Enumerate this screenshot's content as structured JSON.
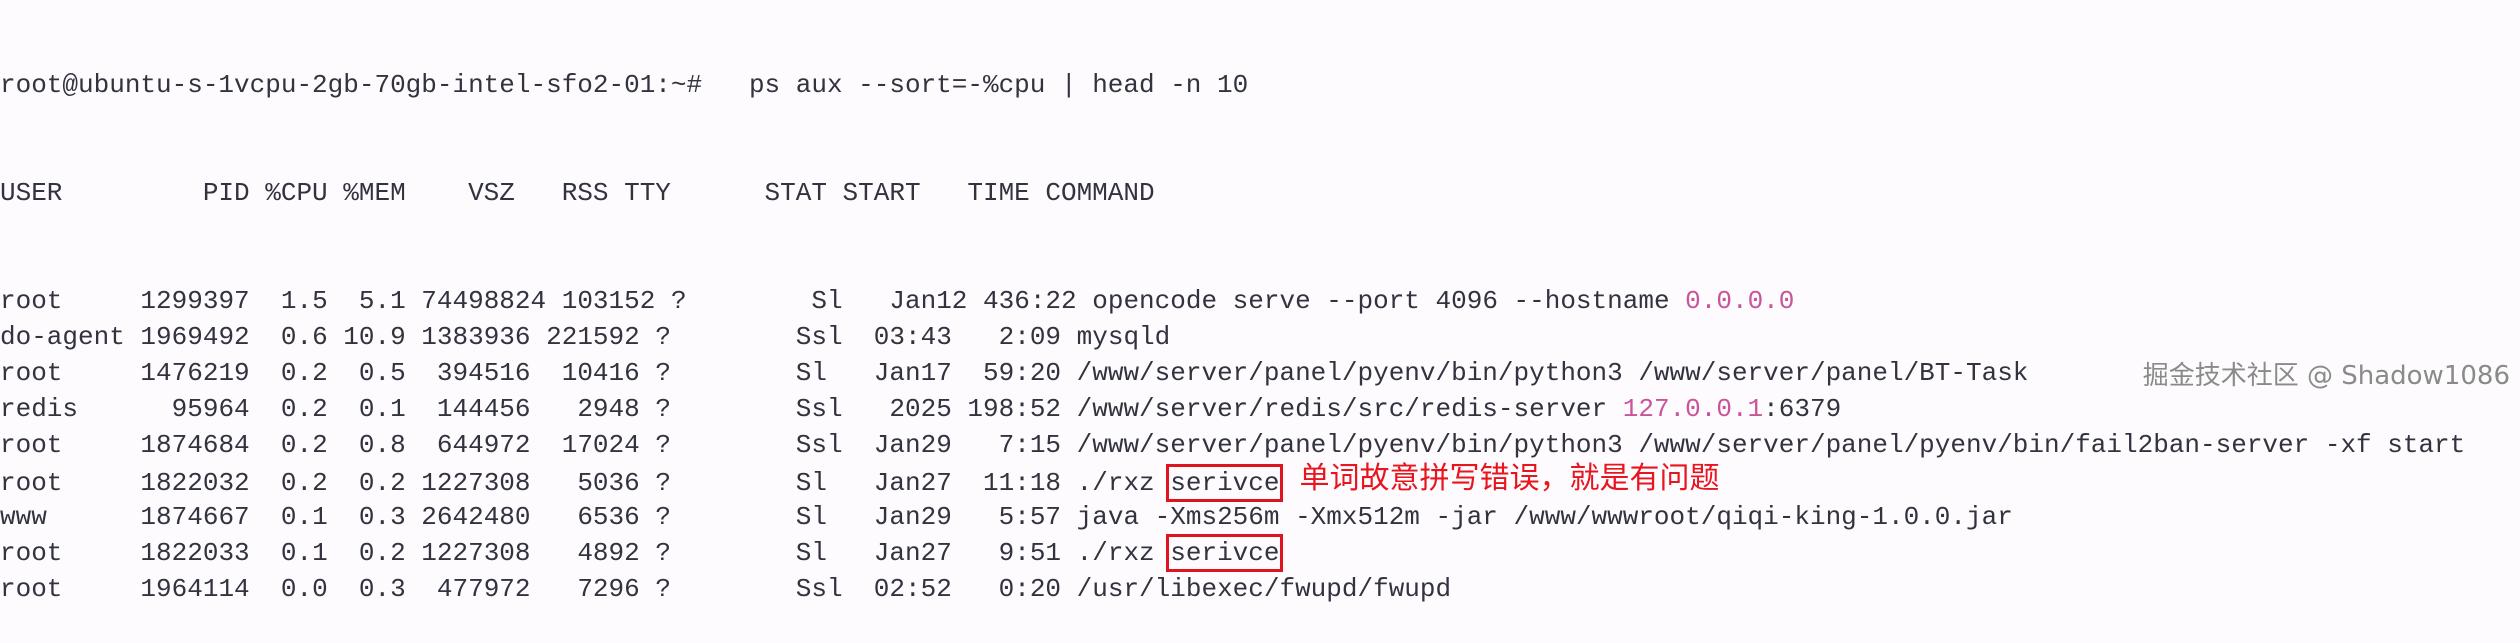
{
  "terminal": {
    "prompt": "root@ubuntu-s-1vcpu-2gb-70gb-intel-sfo2-01:~#",
    "command": "ps aux --sort=-%cpu | head -n 10",
    "header": "USER         PID %CPU %MEM    VSZ   RSS TTY      STAT START   TIME COMMAND",
    "colors": {
      "text": "#33333f",
      "highlight": "#c8559a",
      "annotation": "#e8141e",
      "background": "#fdfbfd"
    },
    "rows": [
      {
        "user": "root",
        "pid": "1299397",
        "cpu": "1.5",
        "mem": "5.1",
        "vsz": "74498824",
        "rss": "103152",
        "tty": "?",
        "stat": "Sl",
        "start": "Jan12",
        "time": "436:22",
        "command": [
          {
            "text": "opencode serve --port 4096 --hostname ",
            "style": "plain"
          },
          {
            "text": "0.0.0.0",
            "style": "highlight"
          }
        ]
      },
      {
        "user": "do-agent",
        "pid": "1969492",
        "cpu": "0.6",
        "mem": "10.9",
        "vsz": "1383936",
        "rss": "221592",
        "tty": "?",
        "stat": "Ssl",
        "start": "03:43",
        "time": "2:09",
        "command": [
          {
            "text": "mysqld",
            "style": "plain"
          }
        ]
      },
      {
        "user": "root",
        "pid": "1476219",
        "cpu": "0.2",
        "mem": "0.5",
        "vsz": "394516",
        "rss": "10416",
        "tty": "?",
        "stat": "Sl",
        "start": "Jan17",
        "time": "59:20",
        "command": [
          {
            "text": "/www/server/panel/pyenv/bin/python3 /www/server/panel/BT-Task",
            "style": "plain"
          }
        ]
      },
      {
        "user": "redis",
        "pid": "95964",
        "cpu": "0.2",
        "mem": "0.1",
        "vsz": "144456",
        "rss": "2948",
        "tty": "?",
        "stat": "Ssl",
        "start": "2025",
        "time": "198:52",
        "command": [
          {
            "text": "/www/server/redis/src/redis-server ",
            "style": "plain"
          },
          {
            "text": "127.0.0.1",
            "style": "highlight"
          },
          {
            "text": ":6379",
            "style": "plain"
          }
        ]
      },
      {
        "user": "root",
        "pid": "1874684",
        "cpu": "0.2",
        "mem": "0.8",
        "vsz": "644972",
        "rss": "17024",
        "tty": "?",
        "stat": "Ssl",
        "start": "Jan29",
        "time": "7:15",
        "command": [
          {
            "text": "/www/server/panel/pyenv/bin/python3 /www/server/panel/pyenv/bin/fail2ban-server -xf start",
            "style": "plain"
          }
        ]
      },
      {
        "user": "root",
        "pid": "1822032",
        "cpu": "0.2",
        "mem": "0.2",
        "vsz": "1227308",
        "rss": "5036",
        "tty": "?",
        "stat": "Sl",
        "start": "Jan27",
        "time": "11:18",
        "command": [
          {
            "text": "./rxz ",
            "style": "plain"
          },
          {
            "text": "serivce",
            "style": "boxed"
          }
        ],
        "annotation": "单词故意拼写错误，就是有问题"
      },
      {
        "user": "www",
        "pid": "1874667",
        "cpu": "0.1",
        "mem": "0.3",
        "vsz": "2642480",
        "rss": "6536",
        "tty": "?",
        "stat": "Sl",
        "start": "Jan29",
        "time": "5:57",
        "command": [
          {
            "text": "java -Xms256m -Xmx512m -jar /www/wwwroot/qiqi-king-1.0.0.jar",
            "style": "plain"
          }
        ]
      },
      {
        "user": "root",
        "pid": "1822033",
        "cpu": "0.1",
        "mem": "0.2",
        "vsz": "1227308",
        "rss": "4892",
        "tty": "?",
        "stat": "Sl",
        "start": "Jan27",
        "time": "9:51",
        "command": [
          {
            "text": "./rxz ",
            "style": "plain"
          },
          {
            "text": "serivce",
            "style": "boxed"
          }
        ]
      },
      {
        "user": "root",
        "pid": "1964114",
        "cpu": "0.0",
        "mem": "0.3",
        "vsz": "477972",
        "rss": "7296",
        "tty": "?",
        "stat": "Ssl",
        "start": "02:52",
        "time": "0:20",
        "command": [
          {
            "text": "/usr/libexec/fwupd/fwupd",
            "style": "plain"
          }
        ]
      }
    ]
  },
  "watermark": "掘金技术社区 @ Shadow1086"
}
